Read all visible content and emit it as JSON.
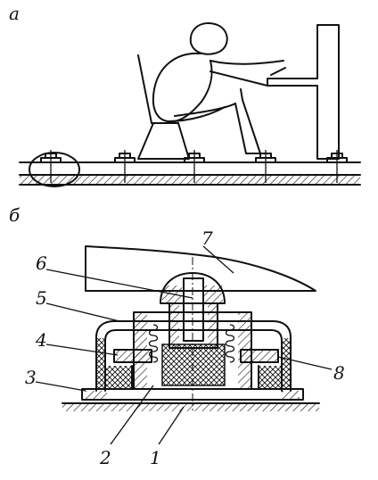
{
  "panel_a": {
    "label": "а"
  },
  "panel_b": {
    "label": "б",
    "callouts": [
      {
        "id": "1",
        "text": "1"
      },
      {
        "id": "2",
        "text": "2"
      },
      {
        "id": "3",
        "text": "3"
      },
      {
        "id": "4",
        "text": "4"
      },
      {
        "id": "5",
        "text": "5"
      },
      {
        "id": "6",
        "text": "6"
      },
      {
        "id": "7",
        "text": "7"
      },
      {
        "id": "8",
        "text": "8"
      }
    ]
  },
  "colors": {
    "ink": "#111111",
    "background": "#ffffff"
  }
}
